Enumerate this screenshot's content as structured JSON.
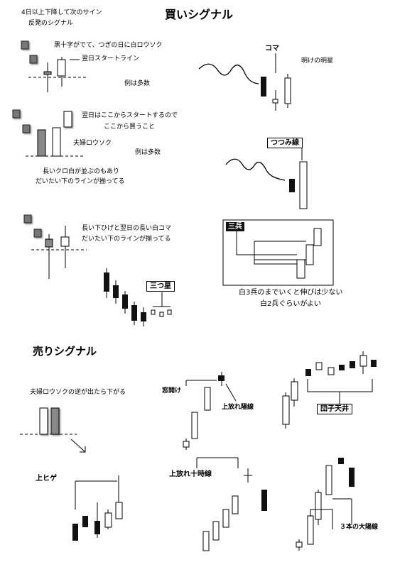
{
  "titles": {
    "buy": "買いシグナル",
    "sell": "売りシグナル"
  },
  "buy": {
    "intro_line1": "4日以上下降して次のサイン",
    "intro_line2": "反発のシグナル",
    "cross_caption": "黒十字がでて、つぎの日に白ロウソク",
    "start_line": "翌日スタートライン",
    "many_examples_1": "例は多数",
    "start_here": "翌日はここからスタートするので",
    "buy_here": "ここから買うこと",
    "couple_candle": "夫婦ロウソク",
    "many_examples_2": "例は多数",
    "long_black_white": "長いクロ白が並ぶのもあり",
    "bottom_aligned_1": "だいたい下のラインが揃ってる",
    "long_shadow": "長い下ひげと翌日の長い白コマ",
    "bottom_aligned_2": "だいたい下のラインが揃ってる",
    "koma": "コマ",
    "morning_star": "明けの明星",
    "tsutsumi": "つつみ線",
    "mitsuboshi": "三つ星",
    "sanpei": "三兵",
    "sanpei_note_1": "白3兵のまでいくと伸びは少ない",
    "sanpei_note_2": "白2兵ぐらいがよい"
  },
  "sell": {
    "couple_reverse": "夫婦ロウソクの逆が出たら下がる",
    "kamihige": "上ヒゲ",
    "madoake": "窓開け",
    "uwa_yosen": "上放れ陽線",
    "dango": "団子天井",
    "uwa_jujisen": "上放れ十時線",
    "sanbon": "３本の大陽線"
  }
}
